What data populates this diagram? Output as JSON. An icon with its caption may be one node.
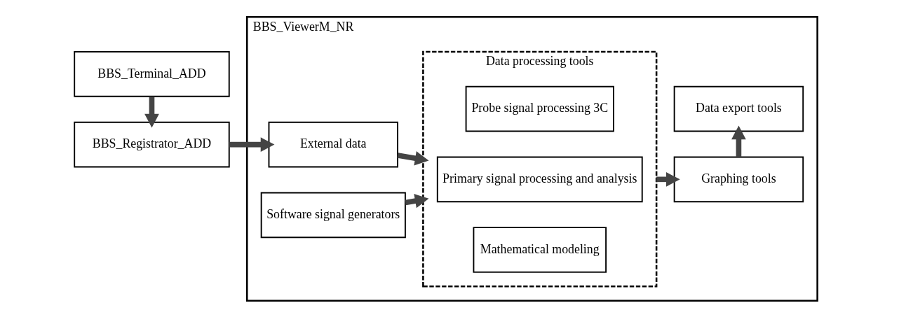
{
  "diagram": {
    "nodes": [
      {
        "text": [
          "BBS_Registrator_ADD"
        ]
      },
      {
        "text": [
          "BBS_Terminal_ADD"
        ]
      },
      {
        "text": [
          "BBS_ViewerM_NR"
        ]
      },
      {
        "text": [
          "External data"
        ],
        "in": 2
      },
      {
        "text": [
          "Software signal generators"
        ],
        "in": 2
      },
      {
        "text": [
          "Data processing tools"
        ],
        "in": 2
      },
      {
        "text": [
          "Probe signal processing 3C"
        ],
        "in": 5
      },
      {
        "text": [
          "Primary signal processing and analysis"
        ],
        "in": 5
      },
      {
        "text": [
          "Mathematical modeling"
        ],
        "in": 5
      },
      {
        "text": [
          "Graphing tools"
        ],
        "in": 2
      },
      {
        "text": [
          "Data export tools"
        ],
        "in": 2
      }
    ],
    "edges": [
      {
        "from": 1,
        "to": 0,
        "arrow": "to"
      },
      {
        "from": 0,
        "to": 3,
        "arrow": "to"
      },
      {
        "from": 3,
        "to": 5,
        "arrow": "to"
      },
      {
        "from": 4,
        "to": 5,
        "arrow": "to"
      },
      {
        "from": 5,
        "to": 9,
        "arrow": "to"
      },
      {
        "from": 9,
        "to": 10,
        "arrow": "to"
      }
    ]
  }
}
